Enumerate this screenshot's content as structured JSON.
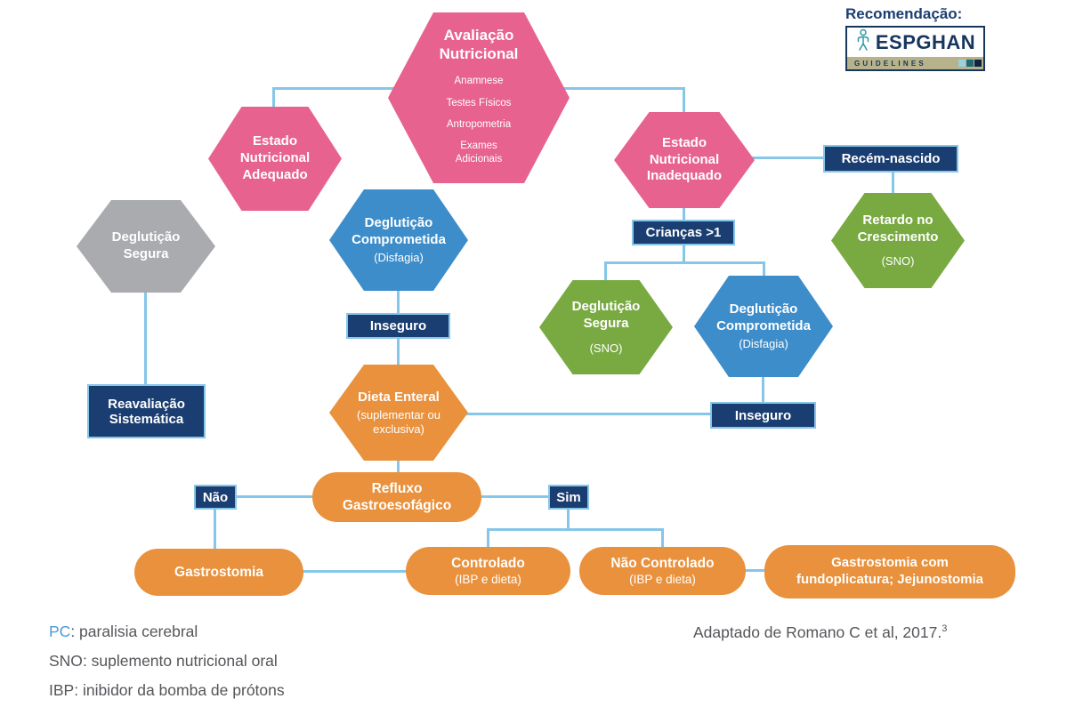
{
  "colors": {
    "pink": "#e7628f",
    "blue": "#3d8dca",
    "gray": "#a9abae",
    "green": "#79aa42",
    "orange": "#e9913c",
    "navy": "#1b3e72",
    "line": "#85c6e9",
    "text": "#55565a"
  },
  "header": {
    "recommendation_label": "Recomendação:",
    "logo": {
      "name": "ESPGHAN",
      "subtitle": "GUIDELINES",
      "icon": "espghan-figure-icon"
    }
  },
  "nodes": {
    "avaliacao": {
      "title": "Avaliação Nutricional",
      "items": [
        "Anamnese",
        "Testes Físicos",
        "Antropometria",
        "Exames Adicionais"
      ]
    },
    "estado_adequado": {
      "title": "Estado Nutricional Adequado"
    },
    "estado_inadequado": {
      "title": "Estado Nutricional Inadequado"
    },
    "recem_nascido": {
      "label": "Recém-nascido"
    },
    "retardo_crescimento": {
      "title": "Retardo no Crescimento",
      "subtitle": "(SNO)"
    },
    "deglutacao_segura": {
      "title": "Deglutição Segura"
    },
    "deglutacao_comprometida": {
      "title": "Deglutição Comprometida",
      "subtitle": "(Disfagia)"
    },
    "criancas": {
      "label": "Crianças >1"
    },
    "deglutacao_segura_sno": {
      "title": "Deglutição Segura",
      "subtitle": "(SNO)"
    },
    "deglutacao_comprometida_2": {
      "title": "Deglutição Comprometida",
      "subtitle": "(Disfagia)"
    },
    "inseguro_1": {
      "label": "Inseguro"
    },
    "inseguro_2": {
      "label": "Inseguro"
    },
    "reavaliacao": {
      "label": "Reavaliação Sistemática"
    },
    "dieta_enteral": {
      "title": "Dieta Enteral",
      "subtitle": "(suplementar ou exclusiva)"
    },
    "refluxo": {
      "title": "Refluxo Gastroesofágico"
    },
    "nao": {
      "label": "Não"
    },
    "sim": {
      "label": "Sim"
    },
    "gastrostomia": {
      "title": "Gastrostomia"
    },
    "controlado": {
      "title": "Controlado",
      "subtitle": "(IBP e dieta)"
    },
    "nao_controlado": {
      "title": "Não Controlado",
      "subtitle": "(IBP e dieta)"
    },
    "gastrostomia_fundoplicatura": {
      "title": "Gastrostomia com fundoplicatura; Jejunostomia"
    }
  },
  "legend": {
    "items": [
      {
        "abbr": "PC",
        "text": ": paralisia cerebral"
      },
      {
        "abbr": "SNO",
        "text": ": suplemento nutricional oral"
      },
      {
        "abbr": "IBP",
        "text": ": inibidor da bomba de prótons"
      }
    ]
  },
  "credit": {
    "text": "Adaptado de Romano C et al, 2017.",
    "sup": "3"
  }
}
